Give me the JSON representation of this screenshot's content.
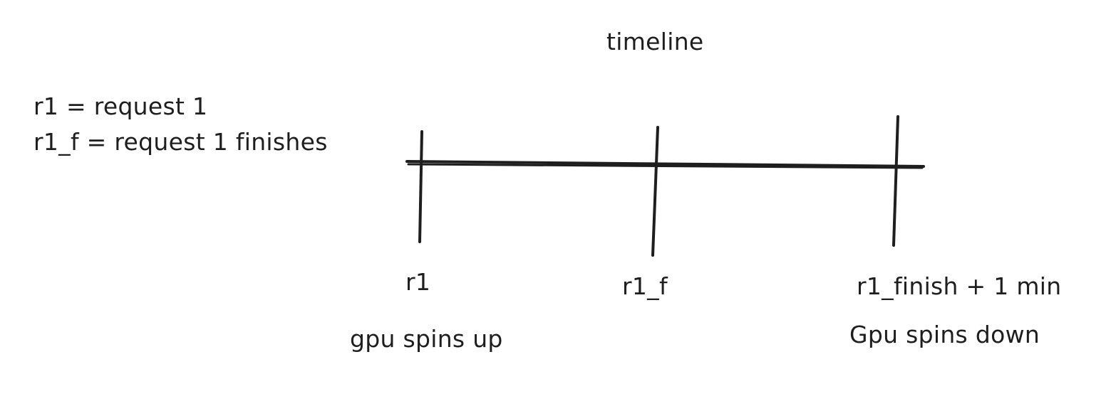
{
  "diagram": {
    "title": "timeline",
    "legend": [
      {
        "text": "r1 = request 1"
      },
      {
        "text": "r1_f = request 1 finishes"
      }
    ],
    "markers": [
      {
        "label": "r1",
        "caption": "gpu spins up"
      },
      {
        "label": "r1_f",
        "caption": ""
      },
      {
        "label": "r1_finish + 1 min",
        "caption": "Gpu spins down"
      }
    ],
    "colors": {
      "stroke": "#1e1e1e",
      "background": "#ffffff"
    }
  }
}
